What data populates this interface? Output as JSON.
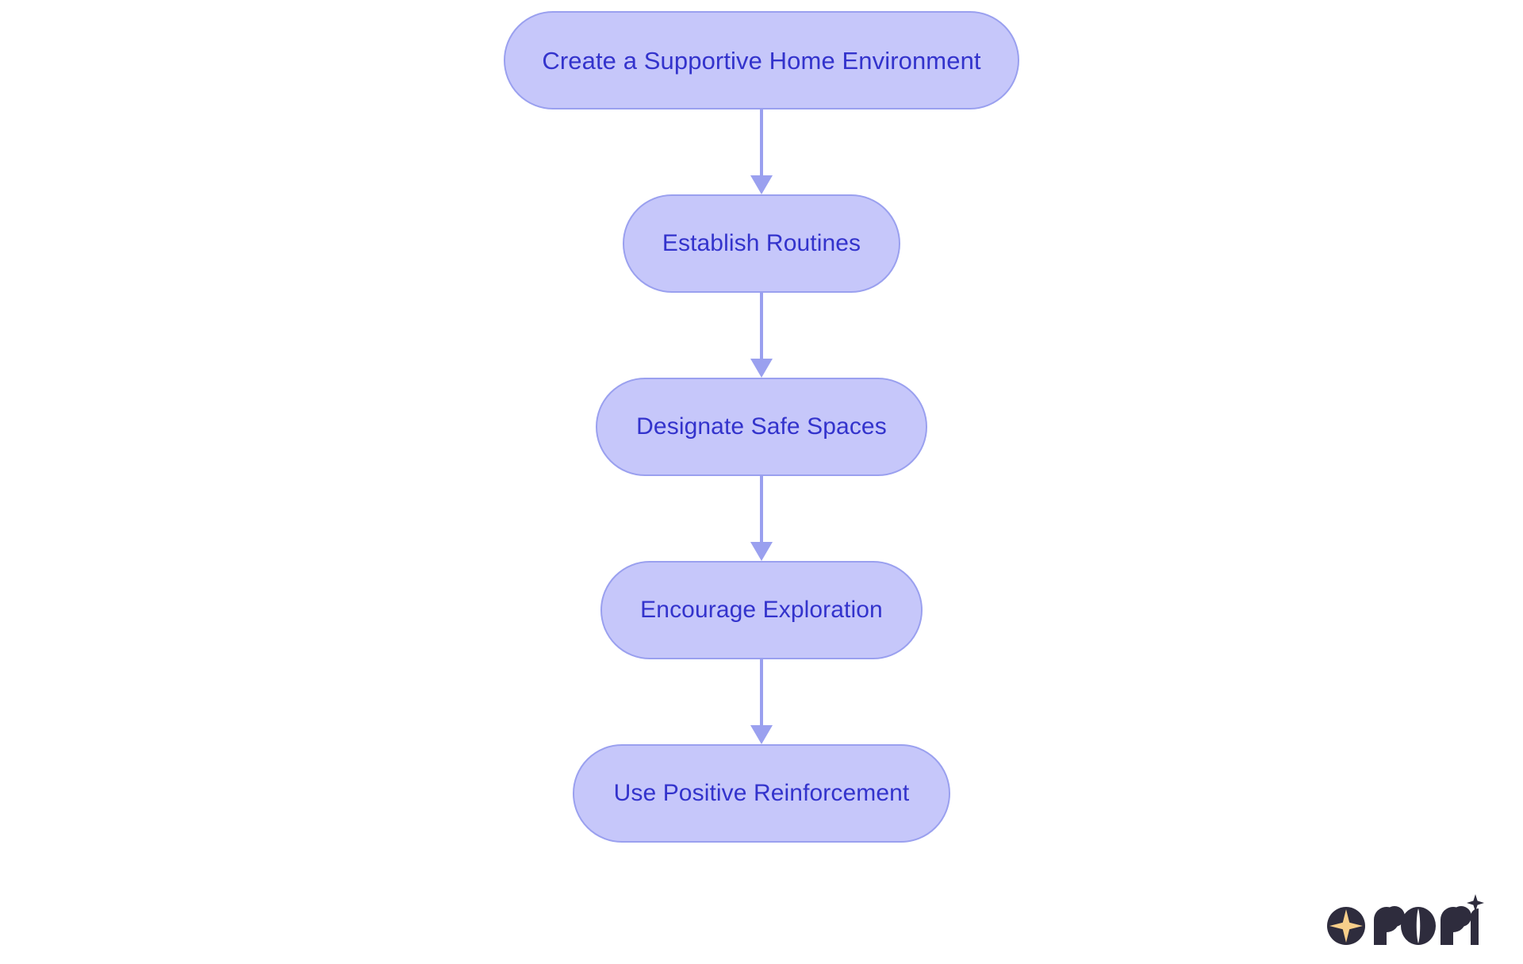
{
  "diagram": {
    "type": "flowchart",
    "orientation": "vertical-top-to-bottom",
    "background_color": "#ffffff",
    "node_fill_color": "#c6c7fa",
    "node_border_color": "#9aa0ef",
    "node_text_color": "#3333cc",
    "connector_color": "#9aa0ef",
    "nodes": [
      {
        "id": "n1",
        "label": "Create a Supportive Home Environment",
        "shape": "pill"
      },
      {
        "id": "n2",
        "label": "Establish Routines",
        "shape": "pill"
      },
      {
        "id": "n3",
        "label": "Designate Safe Spaces",
        "shape": "pill"
      },
      {
        "id": "n4",
        "label": "Encourage Exploration",
        "shape": "pill"
      },
      {
        "id": "n5",
        "label": "Use Positive Reinforcement",
        "shape": "pill"
      }
    ],
    "edges": [
      {
        "from": "n1",
        "to": "n2",
        "style": "solid-arrow"
      },
      {
        "from": "n2",
        "to": "n3",
        "style": "solid-arrow"
      },
      {
        "from": "n3",
        "to": "n4",
        "style": "solid-arrow"
      },
      {
        "from": "n4",
        "to": "n5",
        "style": "solid-arrow"
      }
    ]
  },
  "logo": {
    "wordmark": "rori",
    "mark_color": "#2e2c3d",
    "star_color": "#f8cf8a"
  }
}
